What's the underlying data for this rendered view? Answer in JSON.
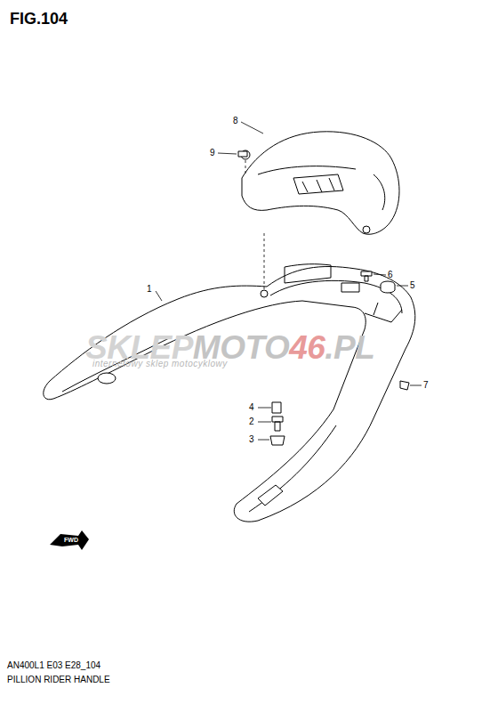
{
  "diagram": {
    "title": "FIG.104",
    "labels": [
      "1",
      "2",
      "3",
      "4",
      "5",
      "6",
      "7",
      "8",
      "9",
      "SKLEP",
      "MOTO",
      "46",
      ".PL",
      "internetowy sklep motocyklowy",
      "FWD",
      "AN400L1 E03 E28_104",
      "PILLION RIDER HANDLE"
    ]
  }
}
